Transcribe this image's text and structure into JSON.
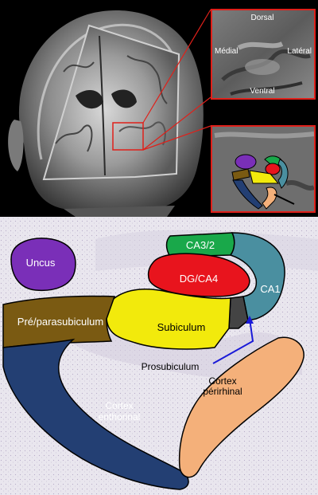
{
  "inset_top": {
    "orientation": {
      "dorsal": "Dorsal",
      "medial": "Médial",
      "lateral": "Latéral",
      "ventral": "Ventral"
    }
  },
  "diagram": {
    "regions": {
      "uncus": "Uncus",
      "ca32": "CA3/2",
      "dgca4": "DG/CA4",
      "ca1": "CA1",
      "preparasubiculum": "Pré/parasubiculum",
      "subiculum": "Subiculum",
      "prosubiculum": "Prosubiculum",
      "cortex_ento_line1": "Cortex",
      "cortex_ento_line2": "enthorinal",
      "cortex_peri_line1": "Cortex",
      "cortex_peri_line2": "périrhinal"
    },
    "colors": {
      "uncus": "#7a2fb8",
      "ca32": "#19a84a",
      "dgca4": "#e8141d",
      "ca1": "#4a8fa0",
      "preparasubiculum": "#7a5a12",
      "subiculum": "#f2ea0c",
      "prosubiculum": "#444444",
      "cortex_entorhinal": "#233f73",
      "cortex_perirhinal": "#f4b07a",
      "highlight": "#e0201a",
      "arrow": "#1a1ad8"
    }
  }
}
